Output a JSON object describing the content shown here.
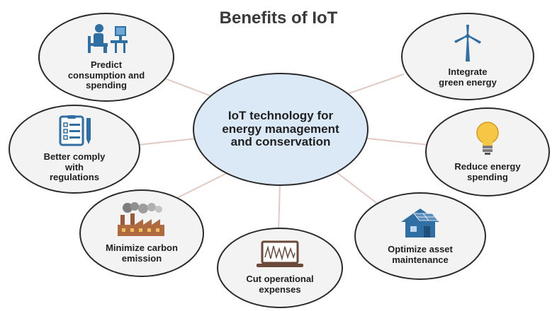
{
  "title": "Benefits of IoT",
  "center": {
    "label": "IoT technology for\nenergy management\nand conservation"
  },
  "benefits": [
    {
      "label": "Predict\nconsumption and\nspending",
      "icon": "person-at-computer-icon"
    },
    {
      "label": "Integrate\ngreen energy",
      "icon": "wind-turbine-icon"
    },
    {
      "label": "Better comply\nwith\nregulations",
      "icon": "checklist-clipboard-icon"
    },
    {
      "label": "Reduce energy\nspending",
      "icon": "light-bulb-icon"
    },
    {
      "label": "Minimize carbon\nemission",
      "icon": "factory-smoke-icon"
    },
    {
      "label": "Optimize asset\nmaintenance",
      "icon": "solar-house-icon"
    },
    {
      "label": "Cut operational\nexpenses",
      "icon": "laptop-chart-icon"
    }
  ],
  "colors": {
    "center_fill": "#dbe9f6",
    "node_fill": "#f3f3f3",
    "outline": "#2a2a2a",
    "connector": "#e2c9c1",
    "icon_primary": "#2f6fa3",
    "icon_accent": "#f6c744"
  }
}
